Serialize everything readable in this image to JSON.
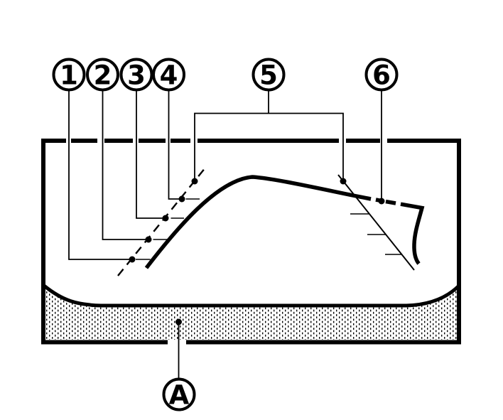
{
  "figure": {
    "kind": "technical-callout-diagram",
    "background_color": "#ffffff",
    "ink_color": "#000000",
    "marker_shape": "circled-label",
    "callouts": [
      {
        "id": "1",
        "label": "1"
      },
      {
        "id": "2",
        "label": "2"
      },
      {
        "id": "3",
        "label": "3"
      },
      {
        "id": "4",
        "label": "4"
      },
      {
        "id": "5",
        "label": "5"
      },
      {
        "id": "6",
        "label": "6"
      },
      {
        "id": "A",
        "label": "A"
      }
    ]
  }
}
